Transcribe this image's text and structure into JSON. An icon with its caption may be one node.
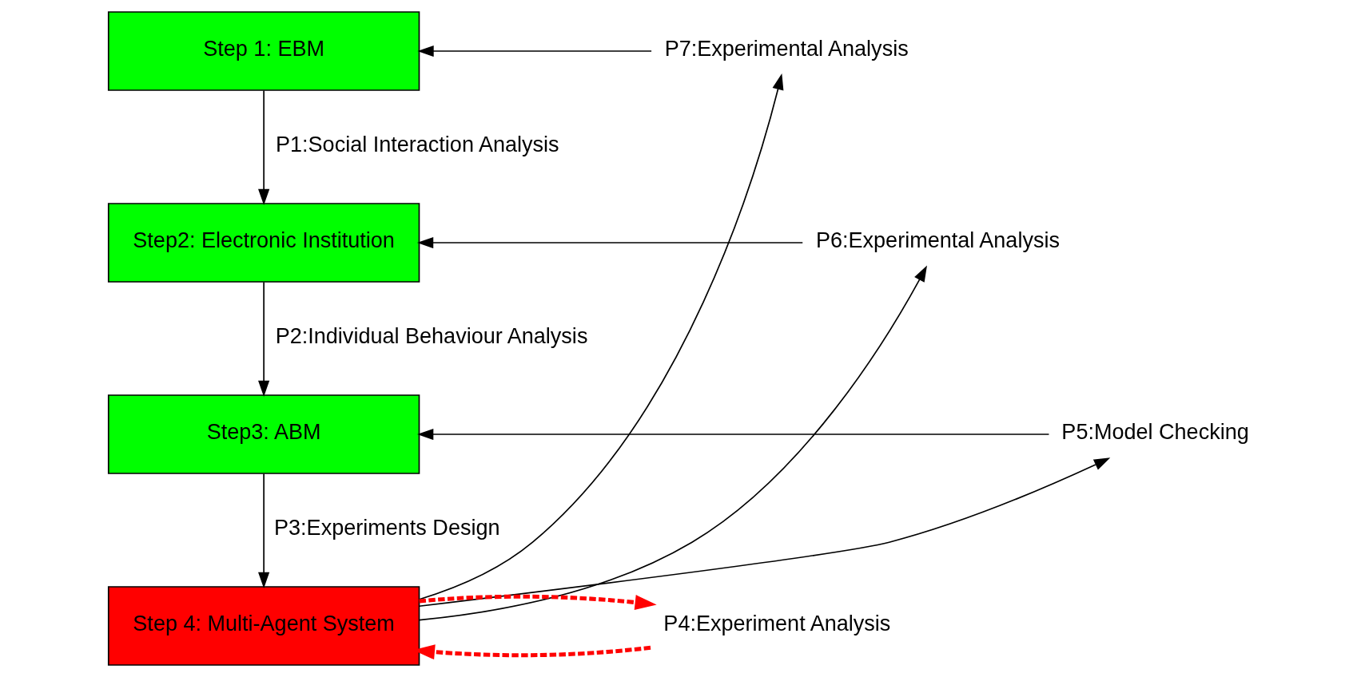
{
  "diagram": {
    "nodes": [
      {
        "text": [
          "Step 1: EBM"
        ]
      },
      {
        "text": [
          "Step2: Electronic Institution"
        ]
      },
      {
        "text": [
          "Step3: ABM"
        ]
      },
      {
        "text": [
          "Step 4: Multi-Agent System"
        ]
      },
      {
        "text": [
          "P7:Experimental Analysis"
        ]
      },
      {
        "text": [
          "P6:Experimental Analysis"
        ]
      },
      {
        "text": [
          "P5:Model Checking"
        ]
      },
      {
        "text": [
          "P4:Experiment Analysis"
        ]
      }
    ],
    "edges": [
      {
        "from": 0,
        "to": 1,
        "arrow": "to",
        "label": "P1:Social Interaction Analysis"
      },
      {
        "from": 1,
        "to": 2,
        "arrow": "to",
        "label": "P2:Individual Behaviour Analysis"
      },
      {
        "from": 2,
        "to": 3,
        "arrow": "to",
        "label": "P3:Experiments Design"
      },
      {
        "from": 7,
        "to": 3,
        "arrow": "to",
        "style": "dashed",
        "color": "#ff0000"
      },
      {
        "from": 3,
        "to": 7,
        "arrow": "to",
        "style": "dashed",
        "color": "#ff0000"
      },
      {
        "from": 3,
        "to": 6,
        "arrow": "to"
      },
      {
        "from": 3,
        "to": 5,
        "arrow": "to"
      },
      {
        "from": 3,
        "to": 4,
        "arrow": "to"
      },
      {
        "from": 6,
        "to": 2,
        "arrow": "to"
      },
      {
        "from": 5,
        "to": 1,
        "arrow": "to"
      },
      {
        "from": 4,
        "to": 0,
        "arrow": "to"
      }
    ]
  }
}
